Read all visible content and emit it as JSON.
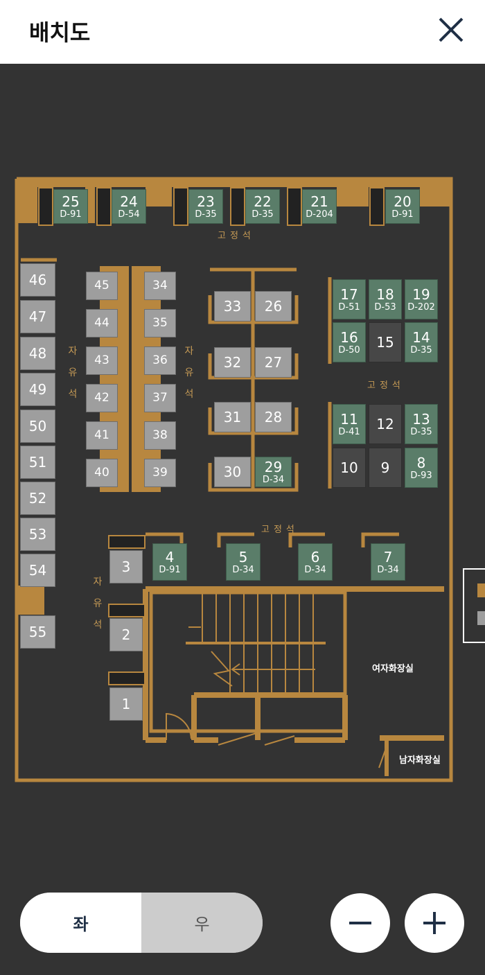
{
  "header": {
    "title": "배치도"
  },
  "floor_tabs": {
    "left": "좌",
    "right": "우",
    "active": "좌"
  },
  "zones": {
    "fixed": "고정석",
    "free": "자유석"
  },
  "rooms": {
    "womens_restroom": "여자화장실",
    "mens_restroom": "남자화장실"
  },
  "colors": {
    "wall": "#b8873f",
    "fixed_seat": "#5a7d69",
    "free_seat": "#9e9e9e",
    "dark_seat": "#474747",
    "background": "#333333"
  },
  "icons": {
    "close": "close-icon",
    "zoom_out": "minus-icon",
    "zoom_in": "plus-icon"
  },
  "seats": [
    {
      "n": "25",
      "code": "D-91"
    },
    {
      "n": "24",
      "code": "D-54"
    },
    {
      "n": "23",
      "code": "D-35"
    },
    {
      "n": "22",
      "code": "D-35"
    },
    {
      "n": "21",
      "code": "D-204"
    },
    {
      "n": "20",
      "code": "D-91"
    },
    {
      "n": "46",
      "code": ""
    },
    {
      "n": "47",
      "code": ""
    },
    {
      "n": "48",
      "code": ""
    },
    {
      "n": "49",
      "code": ""
    },
    {
      "n": "50",
      "code": ""
    },
    {
      "n": "51",
      "code": ""
    },
    {
      "n": "52",
      "code": ""
    },
    {
      "n": "53",
      "code": ""
    },
    {
      "n": "54",
      "code": ""
    },
    {
      "n": "55",
      "code": ""
    },
    {
      "n": "45",
      "code": ""
    },
    {
      "n": "44",
      "code": ""
    },
    {
      "n": "43",
      "code": ""
    },
    {
      "n": "42",
      "code": ""
    },
    {
      "n": "41",
      "code": ""
    },
    {
      "n": "40",
      "code": ""
    },
    {
      "n": "34",
      "code": ""
    },
    {
      "n": "35",
      "code": ""
    },
    {
      "n": "36",
      "code": ""
    },
    {
      "n": "37",
      "code": ""
    },
    {
      "n": "38",
      "code": ""
    },
    {
      "n": "39",
      "code": ""
    },
    {
      "n": "33",
      "code": ""
    },
    {
      "n": "26",
      "code": ""
    },
    {
      "n": "32",
      "code": ""
    },
    {
      "n": "27",
      "code": ""
    },
    {
      "n": "31",
      "code": ""
    },
    {
      "n": "28",
      "code": ""
    },
    {
      "n": "30",
      "code": ""
    },
    {
      "n": "29",
      "code": "D-34"
    },
    {
      "n": "17",
      "code": "D-51"
    },
    {
      "n": "18",
      "code": "D-53"
    },
    {
      "n": "19",
      "code": "D-202"
    },
    {
      "n": "16",
      "code": "D-50"
    },
    {
      "n": "15",
      "code": ""
    },
    {
      "n": "14",
      "code": "D-35"
    },
    {
      "n": "11",
      "code": "D-41"
    },
    {
      "n": "12",
      "code": ""
    },
    {
      "n": "13",
      "code": "D-35"
    },
    {
      "n": "10",
      "code": ""
    },
    {
      "n": "9",
      "code": ""
    },
    {
      "n": "8",
      "code": "D-93"
    },
    {
      "n": "3",
      "code": ""
    },
    {
      "n": "2",
      "code": ""
    },
    {
      "n": "1",
      "code": ""
    },
    {
      "n": "4",
      "code": "D-91"
    },
    {
      "n": "5",
      "code": "D-34"
    },
    {
      "n": "6",
      "code": "D-34"
    },
    {
      "n": "7",
      "code": "D-34"
    }
  ]
}
